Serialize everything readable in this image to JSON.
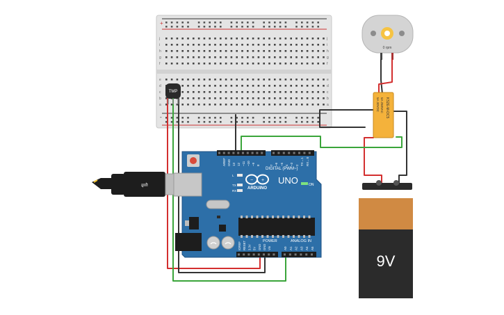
{
  "breadboard": {
    "row_labels_top": [
      "j",
      "i",
      "h",
      "g",
      "f"
    ],
    "row_labels_bottom": [
      "e",
      "d",
      "c",
      "b",
      "a"
    ],
    "rail_plus": "+",
    "rail_minus": "-"
  },
  "sensor": {
    "label": "TMP"
  },
  "motor": {
    "label": "0 rpm"
  },
  "relay": {
    "line1": "KS2E-M-DC5",
    "line2": "5A 250VAC",
    "line3": "5A 30VDC"
  },
  "battery": {
    "label": "9V"
  },
  "arduino": {
    "brand": "ARDUINO",
    "model": "UNO",
    "header_digital": "DIGITAL (PWM~)",
    "header_power": "POWER",
    "header_analog": "ANALOG IN",
    "on_label": "ON",
    "led_labels": [
      "L",
      "TX",
      "RX"
    ],
    "digital_pins": [
      "AREF",
      "GND",
      "13",
      "12",
      "~11",
      "~10",
      "~9",
      "8",
      "7",
      "~6",
      "~5",
      "4",
      "~3",
      "2",
      "TX→1",
      "RX←0"
    ],
    "power_pins": [
      "IOREF",
      "RESET",
      "3.3V",
      "5V",
      "GND",
      "GND",
      "Vin"
    ],
    "analog_pins": [
      "A0",
      "A1",
      "A2",
      "A3",
      "A4",
      "A5"
    ]
  },
  "colors": {
    "wire_red": "#d32f2f",
    "wire_black": "#333333",
    "wire_green": "#3aa53a",
    "board_blue": "#2d6fa8",
    "relay_yellow": "#f4b23b",
    "battery_orange": "#d08a43",
    "battery_black": "#2b2b2b"
  }
}
